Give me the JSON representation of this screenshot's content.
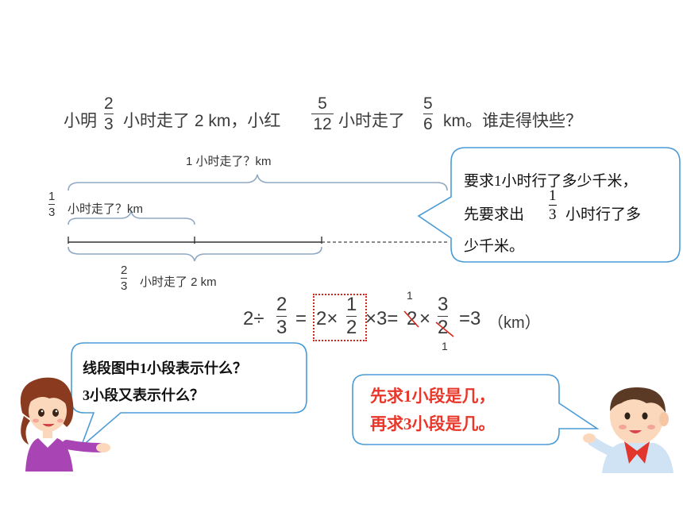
{
  "question": {
    "part1": "小明",
    "frac1": {
      "num": "2",
      "den": "3"
    },
    "part2": "小时走了 2 km，小红",
    "frac2": {
      "num": "5",
      "den": "12"
    },
    "part3": "小时走了",
    "frac3": {
      "num": "5",
      "den": "6"
    },
    "part4": "km。谁走得快些？"
  },
  "diagram": {
    "top_label": "1 小时走了？km",
    "left_frac": {
      "num": "1",
      "den": "3"
    },
    "left_label": "小时走了？km",
    "bottom_frac": {
      "num": "2",
      "den": "3"
    },
    "bottom_label": "小时走了 2 km"
  },
  "equation": {
    "lead": "2÷",
    "frac_a": {
      "num": "2",
      "den": "3"
    },
    "eq1": "=",
    "boxed_two": "2×",
    "frac_b": {
      "num": "1",
      "den": "2"
    },
    "times3": "×3=",
    "two_after": "2",
    "times": "×",
    "frac_c": {
      "num": "3",
      "den": "2"
    },
    "result": "=3",
    "unit": "（km）",
    "cancel_top": "1",
    "cancel_bottom": "1"
  },
  "bubble_right": {
    "line1": "要求1小时行了多少千米，",
    "line2_a": "先要求出",
    "frac": {
      "num": "1",
      "den": "3"
    },
    "line2_b": "小时行了多",
    "line3": "少千米。"
  },
  "bubble_left": {
    "line1": "线段图中1小段表示什么？",
    "line2": "3小段又表示什么？"
  },
  "bubble_red": {
    "line1": "先求1小段是几，",
    "line2": "再求3小段是几。"
  },
  "colors": {
    "bubble_border": "#4a9bd6",
    "red_text": "#e8372a",
    "box_dotted": "#d9261c",
    "brace": "#8fa8c4"
  }
}
